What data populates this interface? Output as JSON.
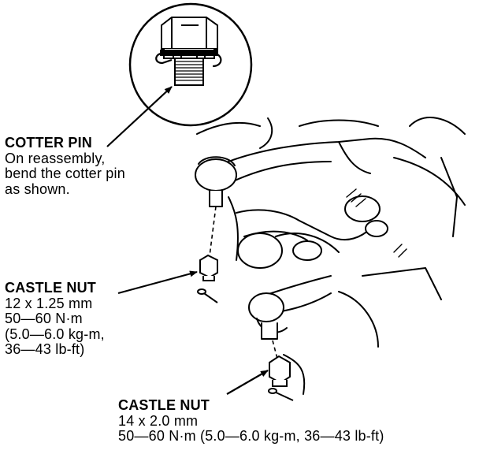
{
  "labels": {
    "cotter_pin": {
      "title": "COTTER PIN",
      "line1": "On reassembly,",
      "line2": "bend the cotter pin",
      "line3": "as shown."
    },
    "castle_nut_upper": {
      "title": "CASTLE NUT",
      "size": "12 x 1.25 mm",
      "torque_nm": "50—60 N·m",
      "torque_kgm": "(5.0—6.0 kg-m,",
      "torque_lbft": "36—43 lb-ft)"
    },
    "castle_nut_lower": {
      "title": "CASTLE NUT",
      "size": "14 x 2.0 mm",
      "torque": "50—60 N·m (5.0—6.0 kg-m, 36—43 lb-ft)"
    }
  },
  "colors": {
    "ink": "#000000",
    "paper": "#ffffff"
  },
  "icons": [
    "castle-nut-detail-icon",
    "cotter-pin-icon",
    "castle-nut-icon",
    "pointer-arrow-icon"
  ]
}
